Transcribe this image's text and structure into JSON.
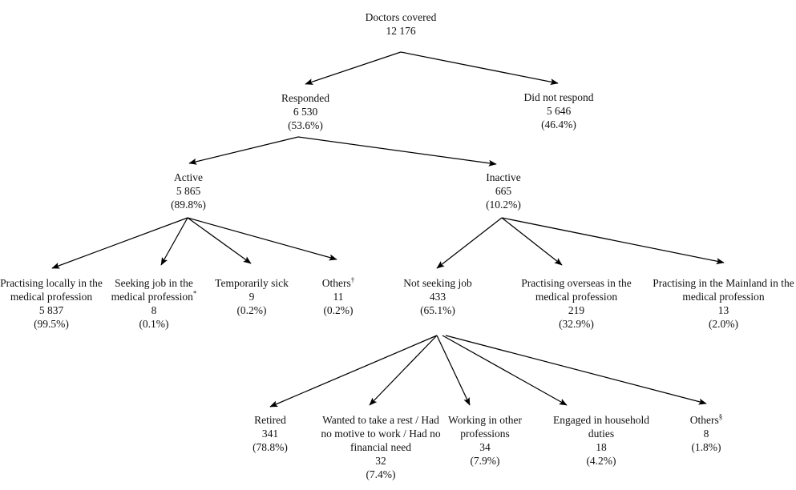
{
  "diagram": {
    "title": "Doctors covered flow diagram",
    "type": "flowchart-tree",
    "arrow_color": "#000000",
    "text_color": "#111111"
  },
  "nodes": {
    "root": {
      "label": "Doctors covered",
      "count": "12 176",
      "pct": ""
    },
    "responded": {
      "label": "Responded",
      "count": "6 530",
      "pct": "(53.6%)"
    },
    "did_not_respond": {
      "label": "Did not respond",
      "count": "5 646",
      "pct": "(46.4%)"
    },
    "active": {
      "label": "Active",
      "count": "5 865",
      "pct": "(89.8%)"
    },
    "inactive": {
      "label": "Inactive",
      "count": "665",
      "pct": "(10.2%)"
    },
    "practising_locally": {
      "label": "Practising locally in the medical profession",
      "count": "5 837",
      "pct": "(99.5%)"
    },
    "seeking_job": {
      "label": "Seeking job in the medical profession",
      "sup": "*",
      "count": "8",
      "pct": "(0.1%)"
    },
    "temporarily_sick": {
      "label": "Temporarily sick",
      "count": "9",
      "pct": "(0.2%)"
    },
    "others_active": {
      "label": "Others",
      "sup": "†",
      "count": "11",
      "pct": "(0.2%)"
    },
    "not_seeking_job": {
      "label": "Not seeking job",
      "count": "433",
      "pct": "(65.1%)"
    },
    "practising_overseas": {
      "label": "Practising overseas in the medical profession",
      "count": "219",
      "pct": "(32.9%)"
    },
    "practising_mainland": {
      "label": "Practising in the Mainland in the medical profession",
      "count": "13",
      "pct": "(2.0%)"
    },
    "retired": {
      "label": "Retired",
      "count": "341",
      "pct": "(78.8%)"
    },
    "wanted_rest": {
      "label": "Wanted to take a rest / Had no motive to work / Had no financial need",
      "count": "32",
      "pct": "(7.4%)"
    },
    "other_professions": {
      "label": "Working in other professions",
      "count": "34",
      "pct": "(7.9%)"
    },
    "household_duties": {
      "label": "Engaged in household duties",
      "count": "18",
      "pct": "(4.2%)"
    },
    "others_not_seeking": {
      "label": "Others",
      "sup": "§",
      "count": "8",
      "pct": "(1.8%)"
    }
  },
  "chart_data": {
    "type": "table",
    "title": "Doctors covered",
    "levels": [
      {
        "level": 1,
        "items": [
          {
            "name": "Doctors covered",
            "value": 12176,
            "pct": null
          }
        ]
      },
      {
        "level": 2,
        "parent": "Doctors covered",
        "items": [
          {
            "name": "Responded",
            "value": 6530,
            "pct": 53.6
          },
          {
            "name": "Did not respond",
            "value": 5646,
            "pct": 46.4
          }
        ]
      },
      {
        "level": 3,
        "parent": "Responded",
        "items": [
          {
            "name": "Active",
            "value": 5865,
            "pct": 89.8
          },
          {
            "name": "Inactive",
            "value": 665,
            "pct": 10.2
          }
        ]
      },
      {
        "level": 4,
        "parent": "Active",
        "items": [
          {
            "name": "Practising locally in the medical profession",
            "value": 5837,
            "pct": 99.5
          },
          {
            "name": "Seeking job in the medical profession *",
            "value": 8,
            "pct": 0.1
          },
          {
            "name": "Temporarily sick",
            "value": 9,
            "pct": 0.2
          },
          {
            "name": "Others †",
            "value": 11,
            "pct": 0.2
          }
        ]
      },
      {
        "level": 4,
        "parent": "Inactive",
        "items": [
          {
            "name": "Not seeking job",
            "value": 433,
            "pct": 65.1
          },
          {
            "name": "Practising overseas in the medical profession",
            "value": 219,
            "pct": 32.9
          },
          {
            "name": "Practising in the Mainland in the medical profession",
            "value": 13,
            "pct": 2.0
          }
        ]
      },
      {
        "level": 5,
        "parent": "Not seeking job",
        "items": [
          {
            "name": "Retired",
            "value": 341,
            "pct": 78.8
          },
          {
            "name": "Wanted to take a rest / Had no motive to work / Had no financial need",
            "value": 32,
            "pct": 7.4
          },
          {
            "name": "Working in other professions",
            "value": 34,
            "pct": 7.9
          },
          {
            "name": "Engaged in household duties",
            "value": 18,
            "pct": 4.2
          },
          {
            "name": "Others §",
            "value": 8,
            "pct": 1.8
          }
        ]
      }
    ]
  }
}
